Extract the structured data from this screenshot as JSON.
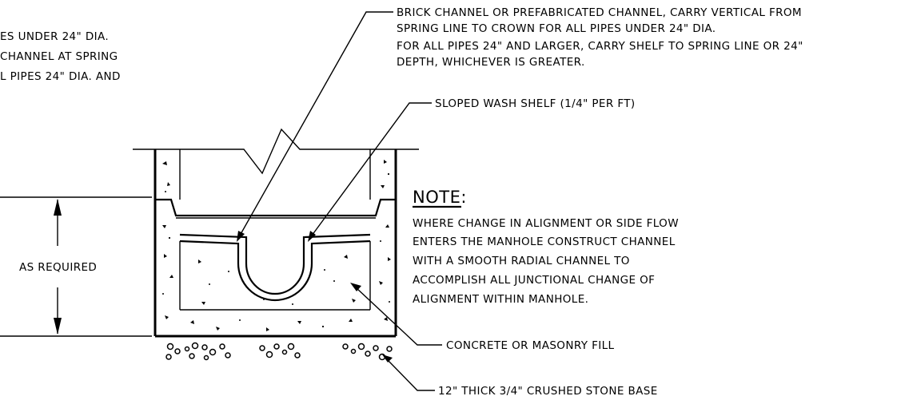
{
  "partial_note": {
    "lines": [
      "ES UNDER 24\" DIA.",
      "CHANNEL AT SPRING",
      "L PIPES 24\" DIA. AND"
    ]
  },
  "callouts": {
    "brick_channel": [
      "BRICK CHANNEL OR PREFABRICATED CHANNEL, CARRY VERTICAL FROM",
      "SPRING LINE TO CROWN FOR ALL PIPES UNDER 24\" DIA.",
      "FOR ALL PIPES 24\" AND LARGER, CARRY SHELF TO SPRING LINE OR 24\"",
      "DEPTH, WHICHEVER IS GREATER."
    ],
    "wash_shelf": "SLOPED WASH SHELF (1/4\" PER FT)",
    "fill": "CONCRETE OR MASONRY FILL",
    "stone_base": "12\" THICK 3/4\" CRUSHED STONE BASE"
  },
  "dimension": {
    "label": "AS REQUIRED"
  },
  "note": {
    "title": "NOTE:",
    "lines": [
      "WHERE CHANGE IN ALIGNMENT OR SIDE FLOW",
      "ENTERS THE MANHOLE CONSTRUCT CHANNEL",
      "WITH A SMOOTH RADIAL CHANNEL TO",
      "ACCOMPLISH ALL JUNCTIONAL CHANGE OF",
      "ALIGNMENT WITHIN MANHOLE."
    ]
  }
}
